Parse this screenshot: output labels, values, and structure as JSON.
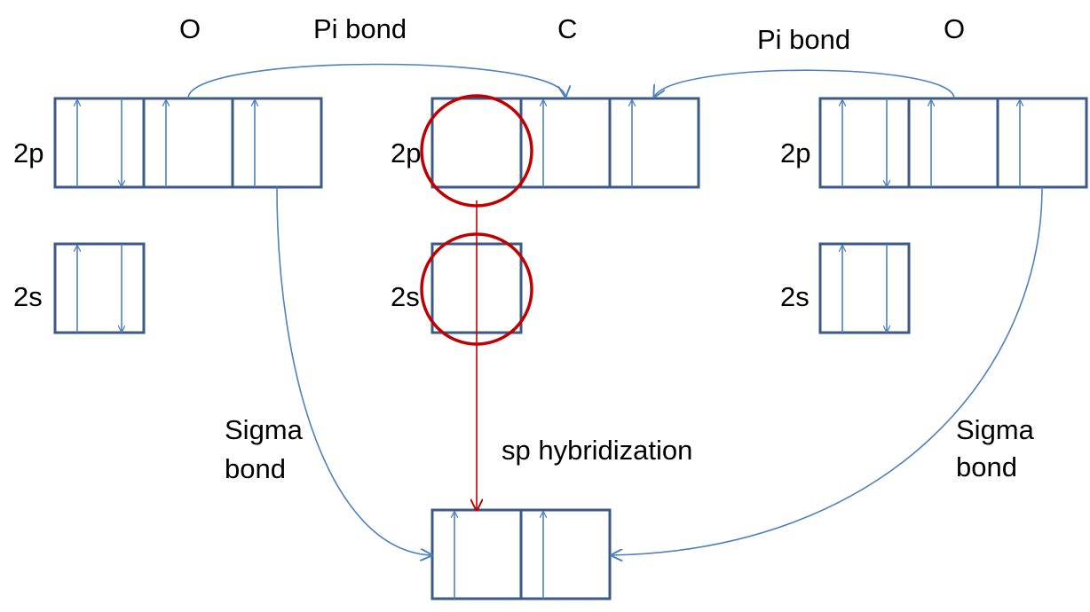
{
  "atoms": {
    "left": "O",
    "center": "C",
    "right": "O"
  },
  "orbital_labels": {
    "p": "2p",
    "s": "2s"
  },
  "bonds": {
    "pi_left": "Pi bond",
    "pi_right": "Pi bond",
    "sigma_left": [
      "Sigma",
      "bond"
    ],
    "sigma_right": [
      "Sigma",
      "bond"
    ]
  },
  "hybridization_label": "sp hybridization",
  "electrons": {
    "O_2p": [
      "up-down",
      "up",
      "up"
    ],
    "O_2s": [
      "up-down"
    ],
    "C_2p": [
      "empty",
      "up",
      "up"
    ],
    "C_2s": [
      "empty"
    ],
    "C_sp": [
      "up",
      "up"
    ]
  },
  "colors": {
    "box": "#3b5a86",
    "electron": "#4f81bd",
    "bond_arrow": "#4f81bd",
    "highlight": "#c00000"
  }
}
